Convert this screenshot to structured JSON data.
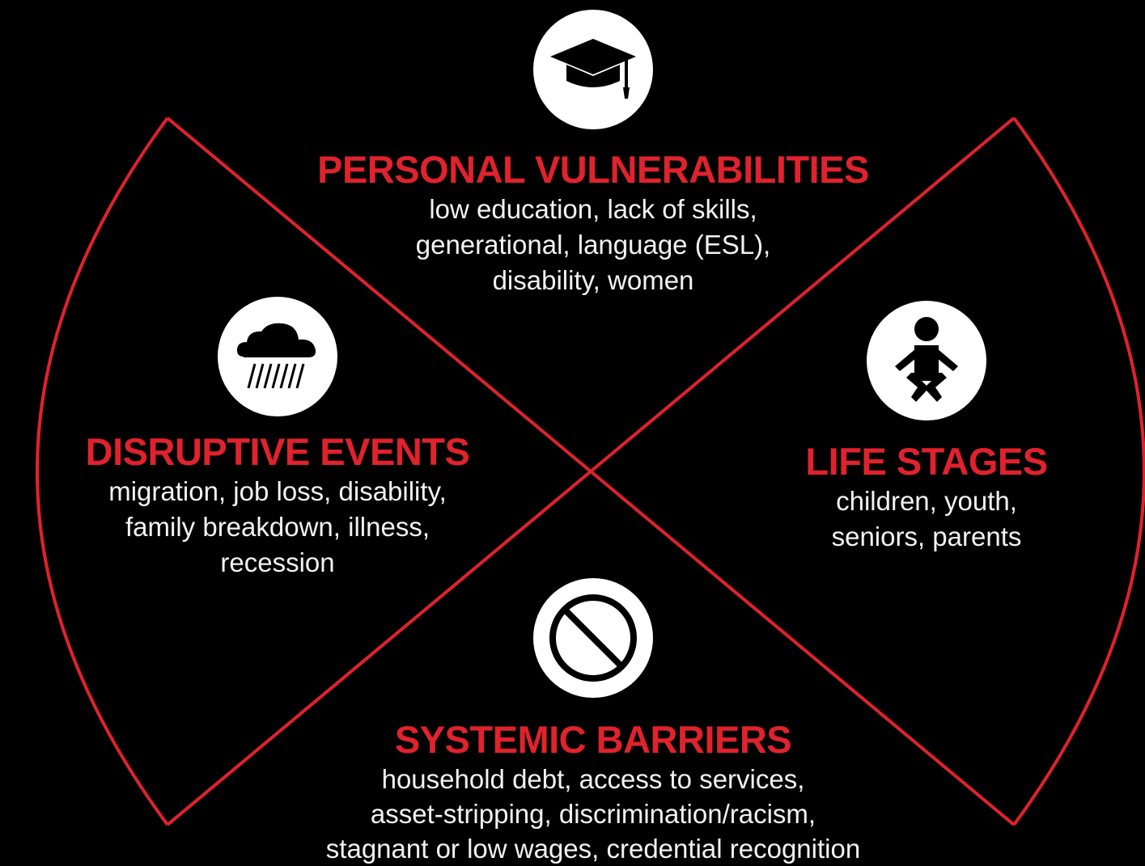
{
  "colors": {
    "background": "#000000",
    "accent": "#e0222c",
    "text": "#f2f2f2",
    "icon_bg": "#ffffff"
  },
  "sections": {
    "personal": {
      "icon": "graduation-cap-icon",
      "title": "PERSONAL VULNERABILITIES",
      "lines": [
        "low education, lack of skills,",
        "generational, language (ESL),",
        "disability, women"
      ]
    },
    "disruptive": {
      "icon": "rain-cloud-icon",
      "title": "DISRUPTIVE EVENTS",
      "lines": [
        "migration, job loss, disability,",
        "family breakdown, illness,",
        "recession"
      ]
    },
    "life": {
      "icon": "baby-icon",
      "title": "LIFE STAGES",
      "lines": [
        "children, youth,",
        "seniors, parents"
      ]
    },
    "systemic": {
      "icon": "prohibited-icon",
      "title": "SYSTEMIC BARRIERS",
      "lines": [
        "household debt, access to services,",
        "asset-stripping, discrimination/racism,",
        "stagnant or low wages, credential recognition"
      ]
    }
  }
}
